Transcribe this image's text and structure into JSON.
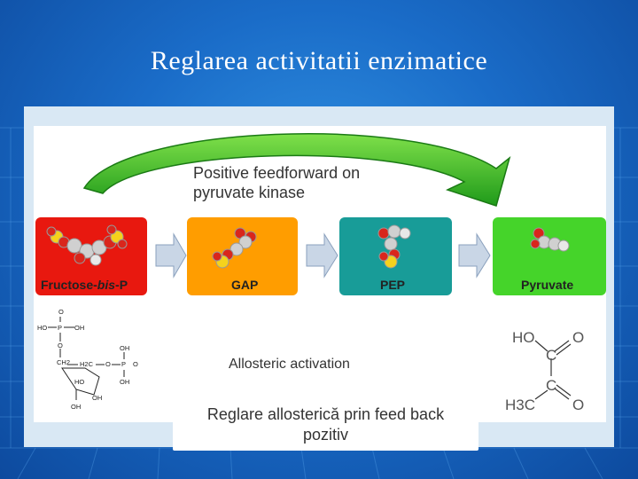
{
  "slide": {
    "title": "Reglarea activitatii enzimatice"
  },
  "diagram": {
    "feedforward_label": "Positive feedforward on pyruvate kinase",
    "allosteric_label": "Allosteric activation",
    "boxes": [
      {
        "id": "fructose",
        "label_prefix": "Fructose-",
        "label_italic": "bis",
        "label_suffix": "-P",
        "color": "#e8180f"
      },
      {
        "id": "gap",
        "label": "GAP",
        "color": "#ff9d00"
      },
      {
        "id": "pep",
        "label": "PEP",
        "color": "#189c98"
      },
      {
        "id": "pyruvate",
        "label": "Pyruvate",
        "color": "#45d42a"
      }
    ],
    "fructose_structure": {
      "ho": "HO",
      "p": "P",
      "oh": "OH",
      "o": "O",
      "ch2_left": "CH2",
      "h2c": "H2C",
      "ho_ring": "HO",
      "oh_ring": "OH",
      "oh_bottom": "OH"
    },
    "pyruvate_structure": {
      "ho": "HO",
      "o_top": "O",
      "c_top": "C",
      "c_mid": "C",
      "o_mid": "O",
      "h3c": "H3C"
    },
    "caption": "Reglare allosterică prin feed back pozitiv",
    "caption_line1": "Reglare allosterică prin feed back",
    "caption_line2": "pozitiv"
  }
}
